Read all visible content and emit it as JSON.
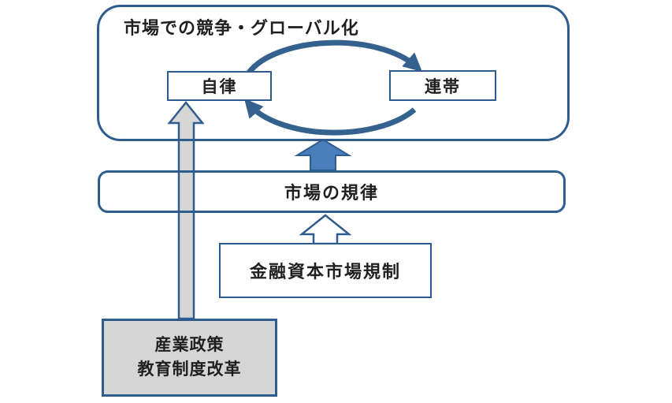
{
  "colors": {
    "border_blue": "#2e5c8e",
    "arrow_blue_fill": "#4a7ebb",
    "cycle_blue": "#35618f",
    "gray_fill": "#d6d6d6",
    "text_color": "#1f1f1f"
  },
  "globalization": {
    "title": "市場での競争・グローバル化",
    "autonomy": "自律",
    "solidarity": "連帯"
  },
  "market_discipline": {
    "label": "市場の規律"
  },
  "financial_regulation": {
    "label": "金融資本市場規制"
  },
  "industrial_policy": {
    "line1": "産業政策",
    "line2": "教育制度改革"
  }
}
